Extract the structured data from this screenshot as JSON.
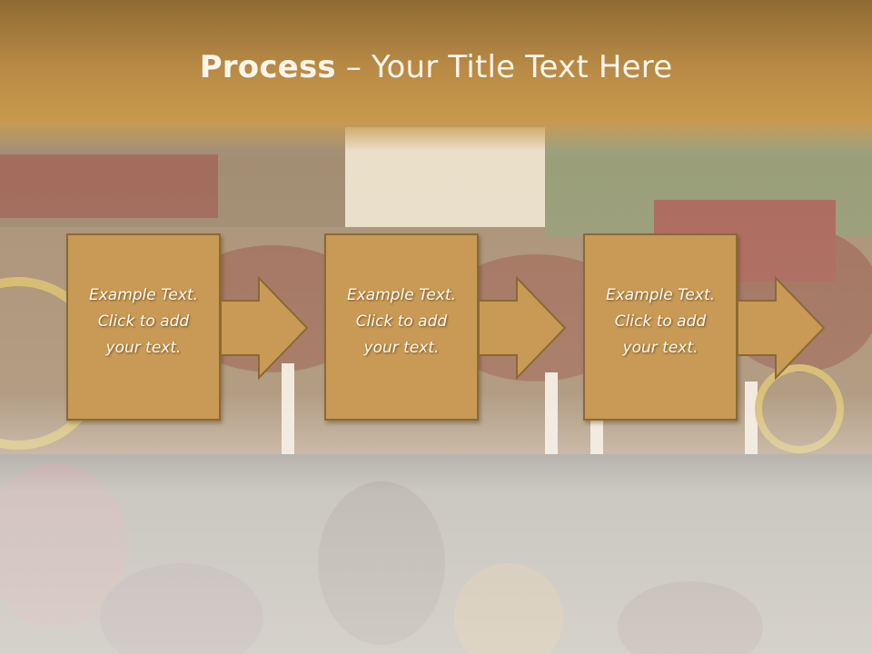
{
  "slide": {
    "title_bold": "Process",
    "title_rest": " – Your Title Text Here",
    "steps": [
      {
        "line1": "Example Text.",
        "line2": "Click  to add",
        "line3": "your text."
      },
      {
        "line1": "Example Text.",
        "line2": "Click  to add",
        "line3": "your text."
      },
      {
        "line1": "Example Text.",
        "line2": "Click  to add",
        "line3": "your text."
      }
    ]
  },
  "colors": {
    "title_band": "#b98a45",
    "box_fill": "#c89a55",
    "box_border": "#8a6a34",
    "text": "#fffaf0"
  }
}
